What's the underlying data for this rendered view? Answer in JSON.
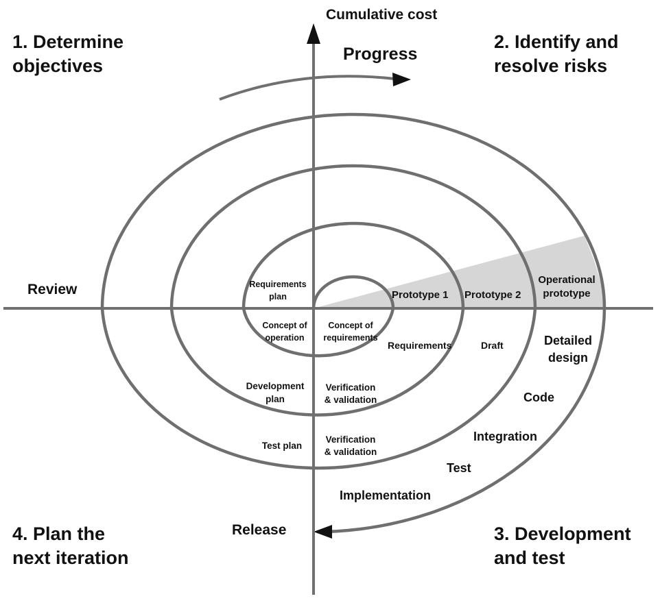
{
  "axis": {
    "y_label": "Cumulative cost"
  },
  "quadrants": {
    "q1": {
      "line1": "1. Determine",
      "line2": "objectives"
    },
    "q2": {
      "line1": "2. Identify and",
      "line2": "resolve risks"
    },
    "q3": {
      "line1": "3. Development",
      "line2": "and test"
    },
    "q4": {
      "line1": "4. Plan the",
      "line2": "next iteration"
    }
  },
  "progress_label": "Progress",
  "review_label": "Review",
  "release_label": "Release",
  "inner": {
    "requirements_plan": {
      "line1": "Requirements",
      "line2": "plan"
    },
    "concept_of_operation": {
      "line1": "Concept of",
      "line2": "operation"
    },
    "concept_of_requirements": {
      "line1": "Concept of",
      "line2": "requirements"
    },
    "development_plan": {
      "line1": "Development",
      "line2": "plan"
    },
    "test_plan": "Test plan",
    "vv_1": {
      "line1": "Verification",
      "line2": "& validation"
    },
    "vv_2": {
      "line1": "Verification",
      "line2": "& validation"
    }
  },
  "prototypes": {
    "p1": "Prototype 1",
    "p2": "Prototype 2",
    "operational": {
      "line1": "Operational",
      "line2": "prototype"
    }
  },
  "development_steps": {
    "requirements": "Requirements",
    "draft": "Draft",
    "detailed_design": {
      "line1": "Detailed",
      "line2": "design"
    },
    "code": "Code",
    "integration": "Integration",
    "test": "Test",
    "implementation": "Implementation"
  },
  "colors": {
    "line": "#6f6f6f",
    "axis": "#707070",
    "shade": "#d6d6d6",
    "text": "#111111"
  }
}
